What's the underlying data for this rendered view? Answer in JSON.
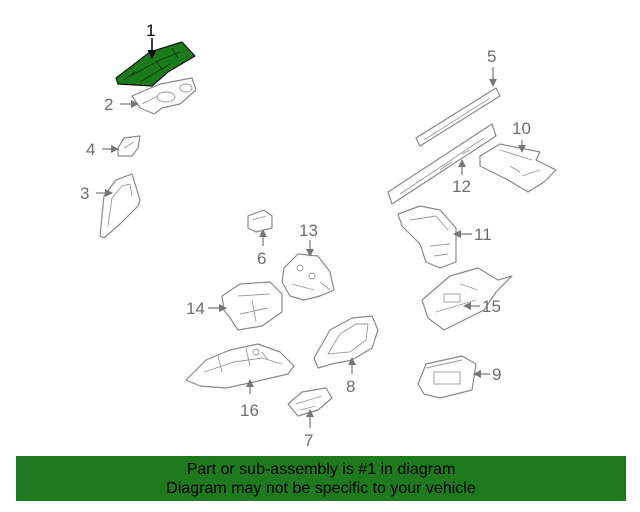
{
  "callouts": {
    "c1": "1",
    "c2": "2",
    "c3": "3",
    "c4": "4",
    "c5": "5",
    "c6": "6",
    "c7": "7",
    "c8": "8",
    "c9": "9",
    "c10": "10",
    "c11": "11",
    "c12": "12",
    "c13": "13",
    "c14": "14",
    "c15": "15",
    "c16": "16"
  },
  "banner": {
    "line1": "Part or sub-assembly is #1 in diagram",
    "line2": "Diagram may not be specific to your vehicle"
  },
  "colors": {
    "highlight": "#1b7a1b",
    "banner": "#1f7a1f",
    "outline": "#8a8a8a"
  }
}
